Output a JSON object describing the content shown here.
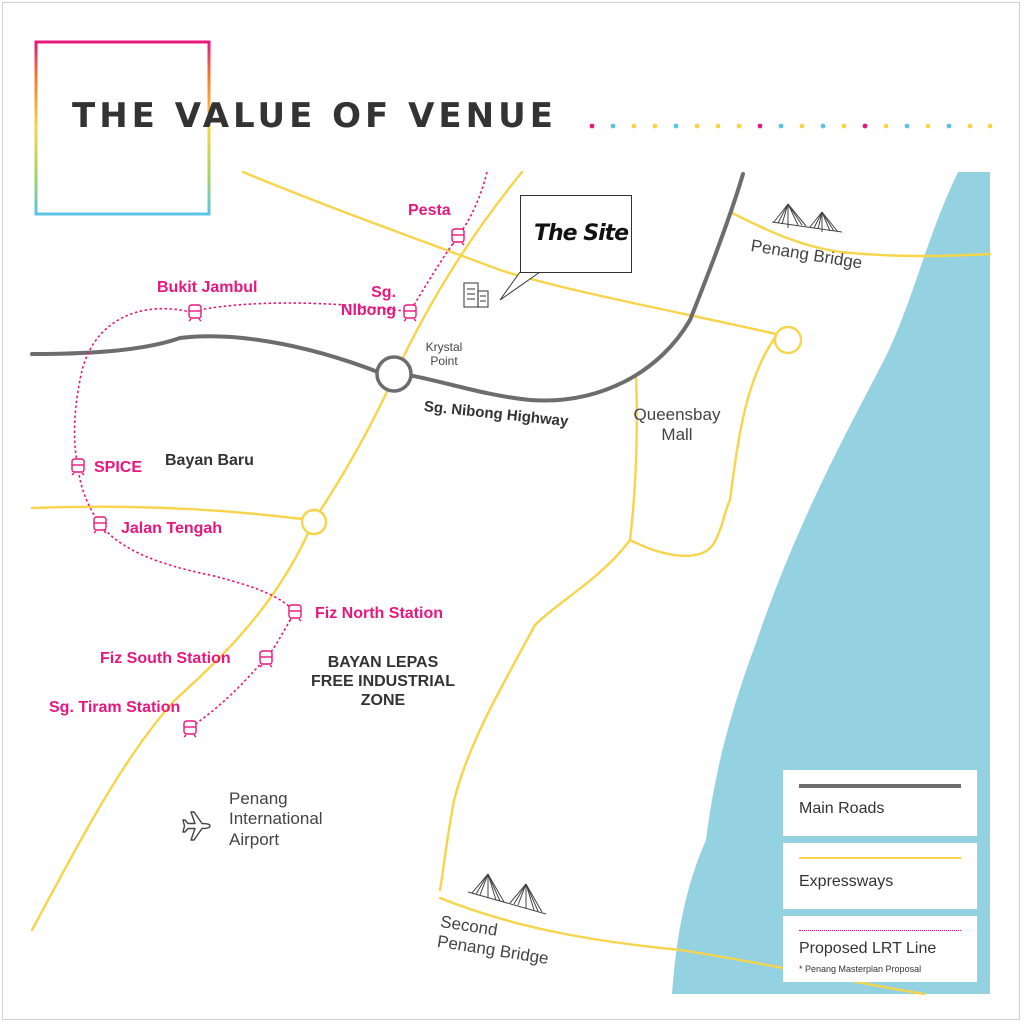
{
  "title": "THE VALUE OF VENUE",
  "colors": {
    "expressway": "#f7d44a",
    "main_road": "#6d6d6d",
    "lrt": "#e8177d",
    "sea": "#94d2e1",
    "text_dark": "#333333"
  },
  "site": {
    "label": "The Site"
  },
  "stations": [
    {
      "label": "Pesta"
    },
    {
      "label": "Bukit Jambul"
    },
    {
      "label": "Sg.\nNibong"
    },
    {
      "label": "SPICE"
    },
    {
      "label": "Jalan Tengah"
    },
    {
      "label": "Fiz North Station"
    },
    {
      "label": "Fiz South Station"
    },
    {
      "label": "Sg. Tiram Station"
    }
  ],
  "places": {
    "krystal_point": "Krystal\nPoint",
    "highway": "Sg. Nibong Highway",
    "queensbay": "Queensbay\nMall",
    "bayan_baru": "Bayan Baru",
    "fiz": "BAYAN LEPAS\nFREE INDUSTRIAL\nZONE",
    "airport": "Penang\nInternational\nAirport",
    "penang_bridge": "Penang Bridge",
    "second_bridge": "Second\nPenang Bridge"
  },
  "legend": {
    "main_roads": "Main Roads",
    "expressways": "Expressways",
    "lrt": "Proposed LRT Line",
    "lrt_note": "* Penang Masterplan Proposal"
  },
  "icons": {
    "station": "train-icon",
    "airport": "airplane-icon",
    "bridge": "bridge-icon",
    "building": "building-icon"
  }
}
